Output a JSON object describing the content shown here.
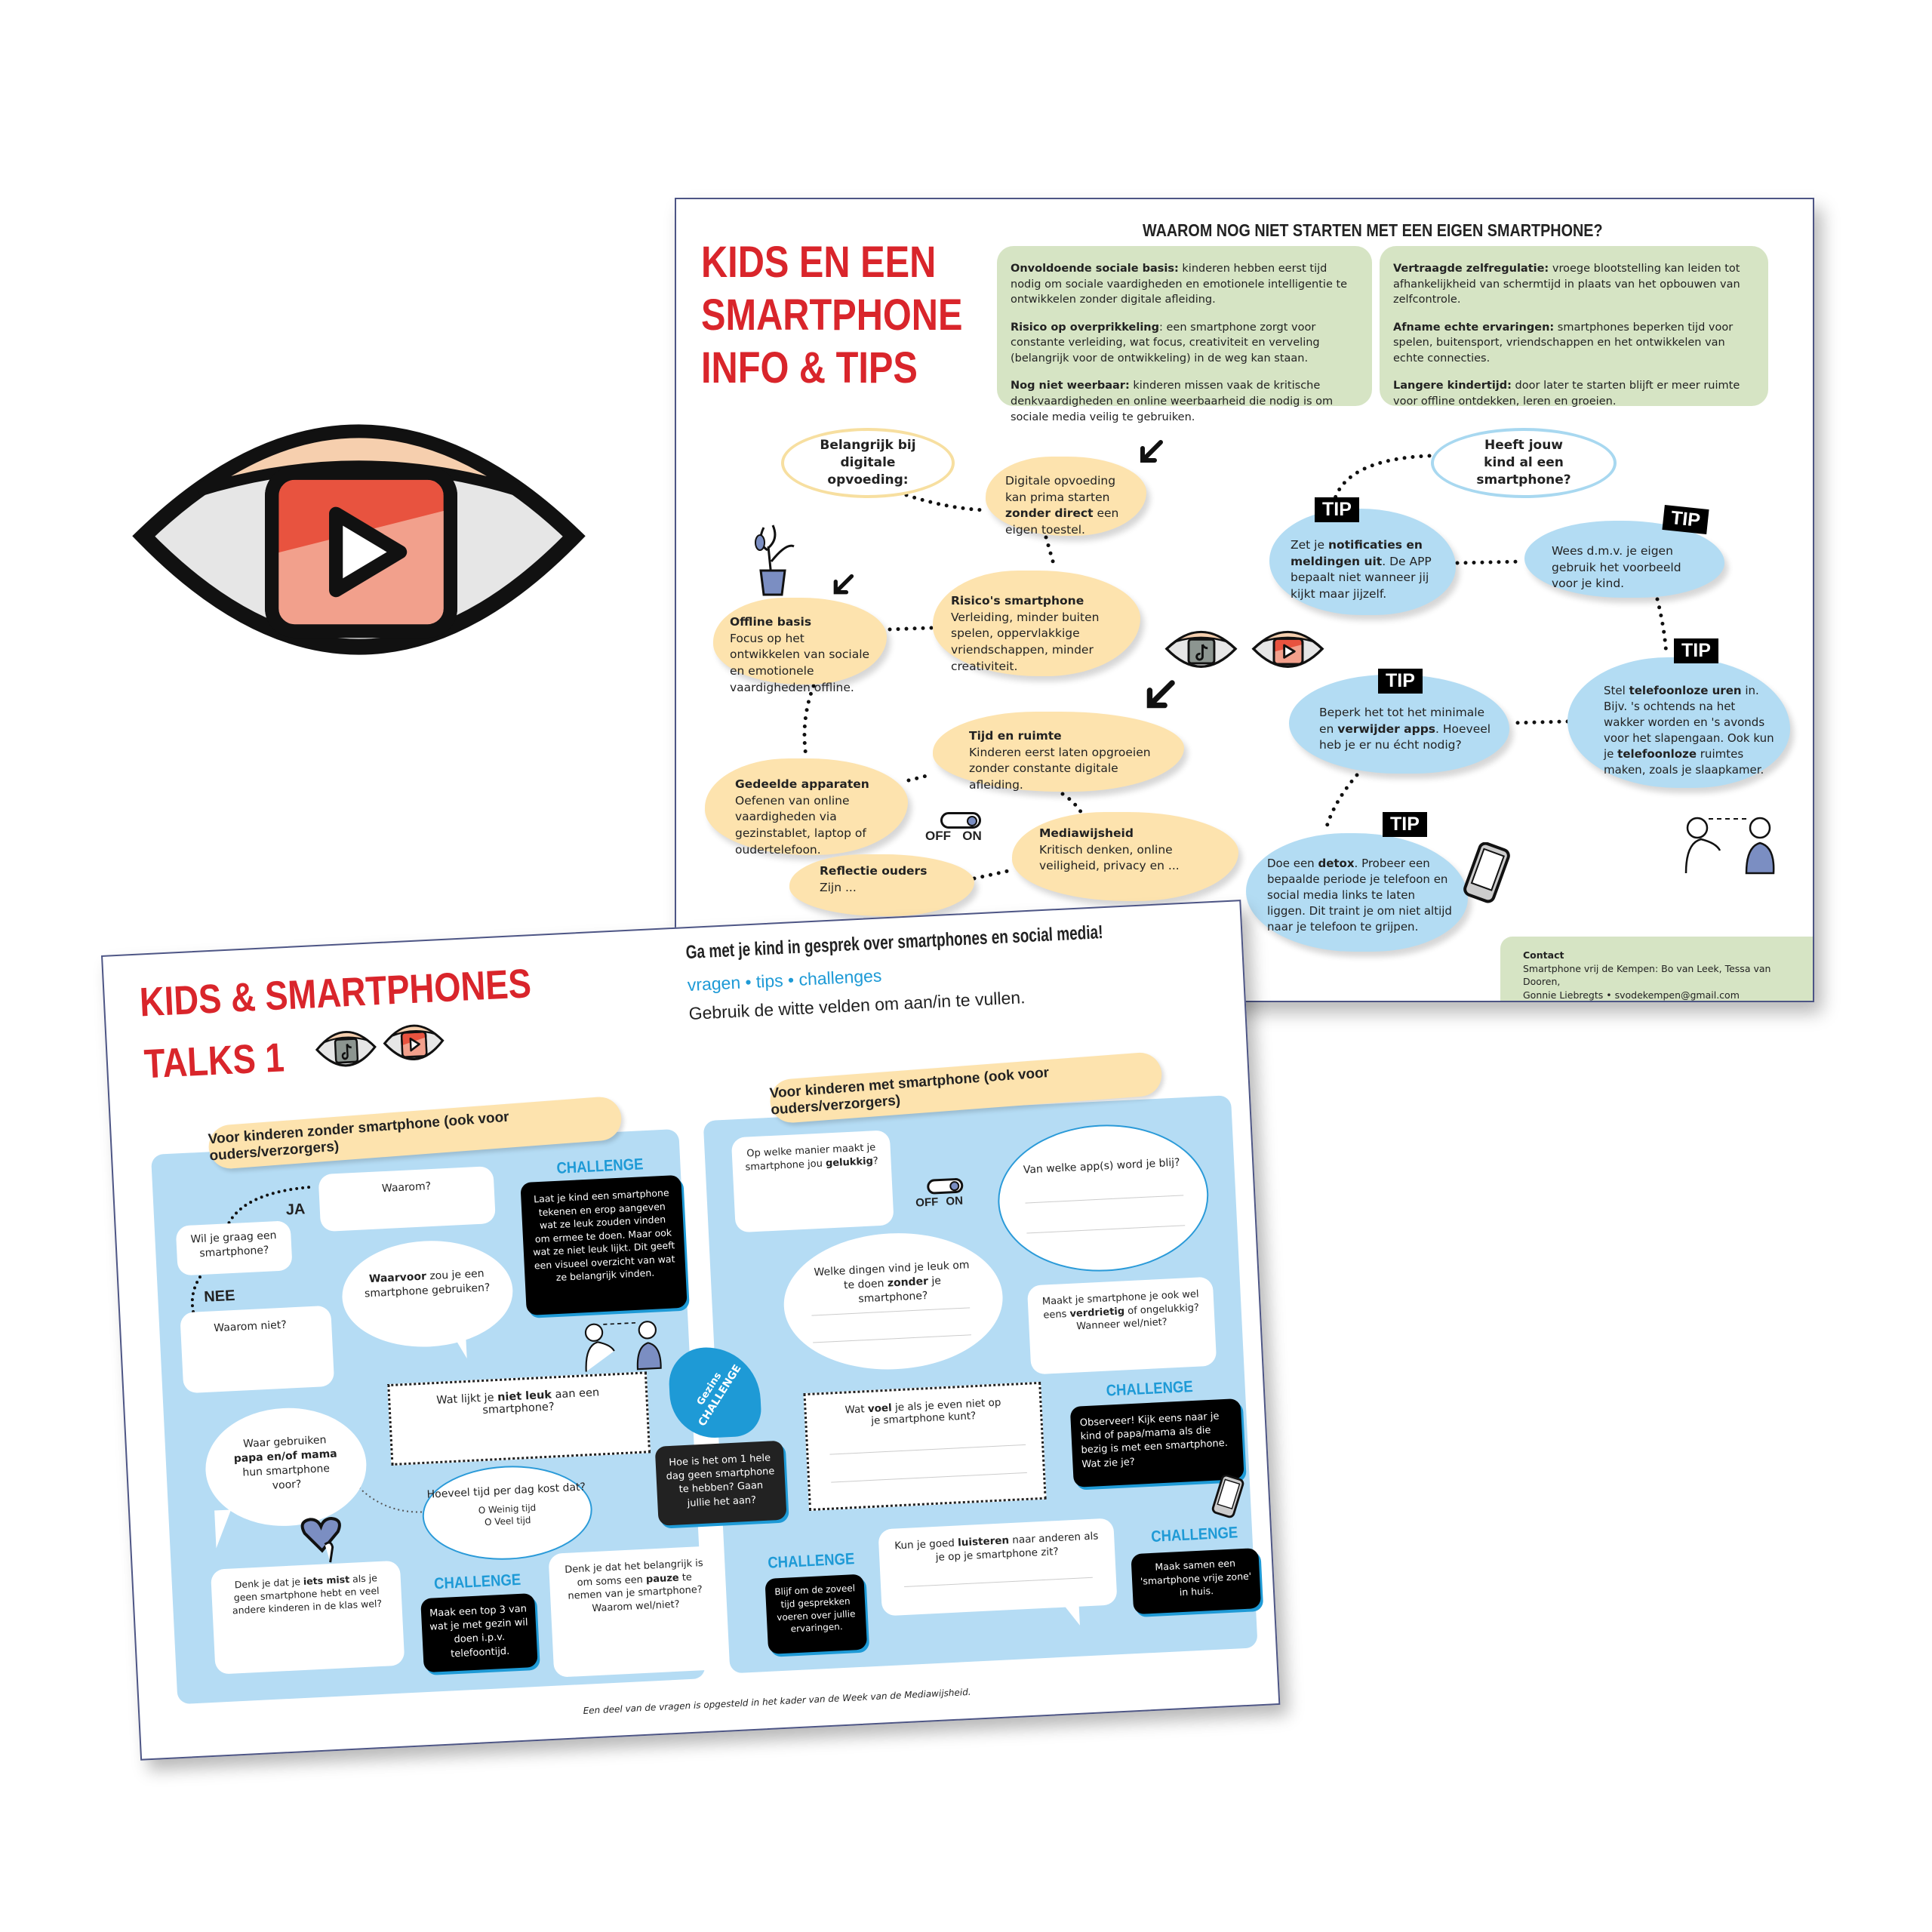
{
  "colors": {
    "red": "#d9252b",
    "green": "#d6e4c4",
    "beige": "#fde3ae",
    "light_blue": "#b3dcf3",
    "accent_blue": "#1e9ad6"
  },
  "top_sheet": {
    "title_lines": [
      "KIDS EN EEN",
      "SMARTPHONE",
      "INFO & TIPS"
    ],
    "why_title": "WAAROM NOG NIET STARTEN MET EEN EIGEN SMARTPHONE?",
    "why_left": [
      {
        "label": "Onvoldoende sociale basis:",
        "text": " kinderen hebben eerst tijd nodig om sociale vaardigheden en emotionele intelligentie te ontwikkelen zonder digitale afleiding."
      },
      {
        "label": "Risico op overprikkeling",
        "text": ": een smartphone zorgt voor constante verleiding, wat focus, creativiteit en verveling (belangrijk voor de ontwikkeling) in de weg kan staan."
      },
      {
        "label": "Nog niet weerbaar:",
        "text": " kinderen missen vaak de kritische denkvaardigheden en online weerbaarheid die nodig is om sociale media veilig te gebruiken."
      }
    ],
    "why_right": [
      {
        "label": "Vertraagde zelfregulatie:",
        "text": " vroege blootstelling kan leiden tot afhankelijkheid van schermtijd in plaats van het opbouwen van zelfcontrole."
      },
      {
        "label": "Afname echte ervaringen:",
        "text": " smartphones beperken tijd voor spelen, buitensport, vriendschappen en het ontwikkelen van echte connecties."
      },
      {
        "label": "Langere kindertijd:",
        "text": " door later te starten blijft er meer ruimte voor offline ontdekken, leren en groeien."
      }
    ],
    "belangrijk": "Belangrijk bij digitale opvoeding:",
    "digitale": [
      [
        "Digitale opvoeding kan prima starten ",
        false
      ],
      [
        "zonder direct",
        true
      ],
      [
        " een eigen toestel.",
        false
      ]
    ],
    "nodes": [
      {
        "title": "Offline basis",
        "text": "Focus op het ontwikkelen van sociale en emotionele vaardigheden offline."
      },
      {
        "title": "Risico's smartphone",
        "text": "Verleiding, minder buiten spelen, oppervlakkige vriendschappen, minder creativiteit."
      },
      {
        "title": "Tijd en ruimte",
        "text": "Kinderen eerst laten opgroeien zonder constante digitale afleiding."
      },
      {
        "title": "Gedeelde apparaten",
        "text": "Oefenen van online vaardigheden via gezinstablet, laptop of oudertelefoon."
      },
      {
        "title": "Mediawijsheid",
        "text": "Kritisch denken, online veiligheid, privacy en ..."
      },
      {
        "title": "Reflectie ouders",
        "text": "Zijn ..."
      }
    ],
    "toggle": {
      "off": "OFF",
      "on": "ON"
    },
    "heeft": "Heeft jouw kind al een smartphone?",
    "tip_label": "TIP",
    "tips": [
      [
        [
          "Zet je ",
          false
        ],
        [
          "notificaties en meldingen uit",
          true
        ],
        [
          ". De APP bepaalt niet wanneer jij kijkt maar jijzelf.",
          false
        ]
      ],
      [
        [
          "Wees d.m.v. je eigen gebruik het voorbeeld voor je kind.",
          false
        ]
      ],
      [
        [
          "Stel ",
          false
        ],
        [
          "telefoonloze uren",
          true
        ],
        [
          " in. Bijv. 's ochtends na het wakker worden en 's avonds voor het slapengaan. Ook kun je ",
          false
        ],
        [
          "telefoonloze",
          true
        ],
        [
          " ruimtes maken, zoals je slaapkamer.",
          false
        ]
      ],
      [
        [
          "Beperk het tot het minimale en ",
          false
        ],
        [
          "verwijder apps",
          true
        ],
        [
          ". Hoeveel heb je er nu écht nodig?",
          false
        ]
      ],
      [
        [
          "Doe een ",
          false
        ],
        [
          "detox",
          true
        ],
        [
          ". Probeer een bepaalde periode je telefoon en social media links te laten liggen. Dit traint je om niet altijd naar je telefoon te grijpen.",
          false
        ]
      ]
    ],
    "contact": {
      "title": "Contact",
      "line1": "Smartphone vrij de Kempen: Bo van Leek, Tessa van Dooren,",
      "line2": "Gonnie Liebregts  •  svodekempen@gmail.com"
    }
  },
  "bottom_sheet": {
    "title_line1": "KIDS & SMARTPHONES",
    "title_line2": "TALKS 1",
    "heading": "Ga met je kind in gesprek over smartphones en social media!",
    "subheading": "vragen • tips • challenges",
    "instruction": "Gebruik de witte velden om aan/in te vullen.",
    "left_pill": "Voor kinderen zonder smartphone (ook voor ouders/verzorgers)",
    "right_pill": "Voor kinderen met smartphone (ook voor ouders/verzorgers)",
    "challenge_label": "CHALLENGE",
    "ja": "JA",
    "nee": "NEE",
    "left": {
      "wil_je": "Wil je graag een smartphone?",
      "waarom": "Waarom?",
      "waarom_niet": "Waarom niet?",
      "waarvoor": [
        [
          "Waarvoor",
          true
        ],
        [
          " zou je een smartphone gebruiken?",
          false
        ]
      ],
      "challenge1": "Laat je kind een smartphone tekenen en erop aangeven wat ze leuk zouden vinden om ermee te doen. Maar ook wat ze niet leuk lijkt. Dit geeft een visueel overzicht van wat ze belangrijk vinden.",
      "niet_leuk": [
        [
          "Wat lijkt je ",
          false
        ],
        [
          "niet leuk",
          true
        ],
        [
          " aan een smartphone?",
          false
        ]
      ],
      "papa": [
        [
          "Waar gebruiken ",
          false
        ],
        [
          "papa en/of mama",
          true
        ],
        [
          " hun smartphone voor?",
          false
        ]
      ],
      "hoeveel": "Hoeveel tijd per dag kost dat?",
      "options": [
        "O Weinig tijd",
        "O Veel tijd"
      ],
      "iets_mist": [
        [
          "Denk je dat je ",
          false
        ],
        [
          "iets mist",
          true
        ],
        [
          " als je geen smartphone hebt en veel andere kinderen in de klas wel?",
          false
        ]
      ],
      "challenge2": "Maak een top 3 van wat je met gezin wil doen i.p.v. telefoontijd.",
      "pauze": [
        [
          "Denk je dat het belangrijk is om soms een ",
          false
        ],
        [
          "pauze",
          true
        ],
        [
          " te nemen van je smartphone? Waarom wel/niet?",
          false
        ]
      ],
      "gezins_small": "Gezins",
      "gezins_big": "CHALLENGE",
      "gezins_text": "Hoe is het om 1 hele dag geen smartphone te hebben? Gaan jullie het aan?"
    },
    "right": {
      "gelukkig": [
        [
          "Op welke manier maakt je smartphone jou ",
          false
        ],
        [
          "gelukkig",
          true
        ],
        [
          "?",
          false
        ]
      ],
      "apps": "Van welke app(s) word je blij?",
      "zonder": [
        [
          "Welke dingen vind je leuk om te doen ",
          false
        ],
        [
          "zonder",
          true
        ],
        [
          " je smartphone?",
          false
        ]
      ],
      "verdrietig": [
        [
          "Maakt je smartphone je ook wel eens ",
          false
        ],
        [
          "verdrietig",
          true
        ],
        [
          " of ongelukkig? Wanneer wel/niet?",
          false
        ]
      ],
      "voel": [
        [
          "Wat ",
          false
        ],
        [
          "voel",
          true
        ],
        [
          " je als je even niet op je smartphone kunt?",
          false
        ]
      ],
      "challenge_observe": "Observeer! Kijk eens naar je kind of papa/mama als die bezig is met een smartphone. Wat zie je?",
      "luisteren": [
        [
          "Kun je goed ",
          false
        ],
        [
          "luisteren",
          true
        ],
        [
          " naar anderen als je op je smartphone zit?",
          false
        ]
      ],
      "challenge_blijf": "Blijf om de zoveel tijd gesprekken voeren over jullie ervaringen.",
      "challenge_zone": "Maak samen een 'smartphone vrije zone' in huis."
    },
    "footnote": "Een deel van de vragen is opgesteld in het kader van de Week van de Mediawijsheid."
  }
}
